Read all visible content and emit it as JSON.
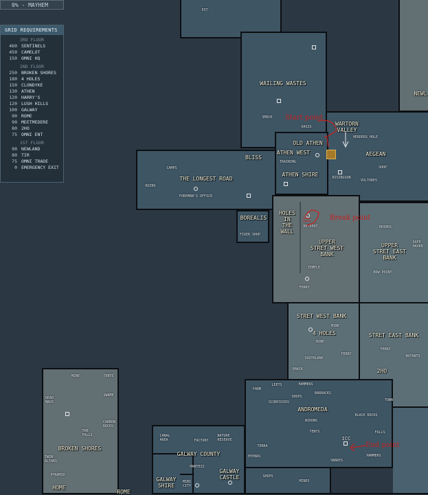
{
  "top_bar": {
    "text": "0% - MAYHEM"
  },
  "grid_requirements": {
    "title": "GRID REQUIREMENTS",
    "sections": [
      {
        "label": "3RD FLOOR",
        "items": [
          {
            "value": "460",
            "name": "SENTINELS"
          },
          {
            "value": "450",
            "name": "CAMELOT"
          },
          {
            "value": "150",
            "name": "OMNI HQ"
          }
        ]
      },
      {
        "label": "2ND FLOOR",
        "items": [
          {
            "value": "250",
            "name": "BROKEN SHORES"
          },
          {
            "value": "180",
            "name": "4 HOLES"
          },
          {
            "value": "150",
            "name": "CLONDYKE"
          },
          {
            "value": "130",
            "name": "ATHEN"
          },
          {
            "value": "120",
            "name": "HARRY'S"
          },
          {
            "value": "120",
            "name": "LUSH HILLS"
          },
          {
            "value": "100",
            "name": "GALWAY"
          },
          {
            "value": "90",
            "name": "ROME"
          },
          {
            "value": "90",
            "name": "MEETMEDERE"
          },
          {
            "value": "80",
            "name": "2HO"
          },
          {
            "value": "75",
            "name": "OMNI ENT"
          }
        ]
      },
      {
        "label": "1ST FLOOR",
        "items": [
          {
            "value": "90",
            "name": "NEWLAND"
          },
          {
            "value": "80",
            "name": "TIR"
          },
          {
            "value": "75",
            "name": "OMNI TRADE"
          },
          {
            "value": "0",
            "name": "EMERGENCY EXIT"
          }
        ]
      }
    ]
  },
  "zones": {
    "pit": "PIT",
    "wailing_wastes": "WAILING WASTES",
    "smock": "SMOCK",
    "newl": "NEWL",
    "wartorn_valley": "WARTORN\nVALLEY",
    "old_athen": "OLD ATHEN",
    "athen_west": "ATHEN WEST",
    "aegean": "AEGEAN",
    "oasis": "OASIS",
    "herders_hole": "HERDERS HOLE",
    "training": "TRAINING",
    "risingsun": "RISINGSUN",
    "vultures": "VULTURES",
    "shop": "SHOP",
    "athen_shire": "ATHEN SHIRE",
    "bliss": "BLISS",
    "the_longest_road": "THE LONGEST ROAD",
    "camps": "CAMPS",
    "ruins": "RUINS",
    "foremans_office": "FOREMAN'S OFFICE",
    "borealis": "BOREALIS",
    "fixer_shop": "FIXER SHOP",
    "holes_in_the_wall": "HOLES\nIN\nTHE\nWALL",
    "retreat": "RETREAT",
    "upper_stret_west_bank": "UPPER\nSTRET WEST\nBANK",
    "upper_stret_east_bank": "UPPER\nSTRET EAST\nBANK",
    "rhinos": "RHINOS",
    "safe_haven": "SAFE\nHAVEN",
    "temple": "TEMPLE",
    "bow_point": "BOW POINT",
    "ferry": "FERRY",
    "stret_west_bank": "STRET WEST BANK",
    "four_holes": "4 HOLES",
    "mine": "MINE",
    "nine": "NINE",
    "ferry2": "FERRY",
    "southlane": "SOUTHLANE",
    "smack": "SMACK",
    "stret_east_bank": "STRET EAST BANK",
    "ferry3": "FERRY",
    "nutants": "NUTANTS",
    "two_ho": "2HO",
    "town": "TOWN",
    "broken_shores": "BROKEN SHORES",
    "mine2": "MINE",
    "tents": "TENTS",
    "dead_mace": "DEAD\nMACE",
    "swamp": "SWAMP",
    "the_falls": "THE\nFALLS",
    "carbon_rocks": "CARBON\nROCKS",
    "twin_altars": "TWIN\nALTARS",
    "pyramid": "PYRAMID",
    "home": "HOME",
    "andromeda": "ANDROMEDA",
    "leets": "LEETS",
    "hammers": "HAMMERS",
    "farm": "FARM",
    "shops": "SHOPS",
    "barracks": "BARRACKS",
    "scorpioids": "SCORPIOIDS",
    "widows": "WIDOWS",
    "black_rocks": "BLACK ROCKS",
    "tents2": "TENTS",
    "falls": "FALLS",
    "terra": "TERRA",
    "icc": "ICC",
    "hammers2": "HAMMERS",
    "snakes": "SNAKES",
    "galway_county": "GALWAY COUNTY",
    "canal_area": "CANAL\nAREA",
    "factory": "FACTORY",
    "nature_reserve": "NATURE\nRESERVE",
    "mantezz": "MANTEZZ",
    "galway_castle": "GALWAY\nCASTLE",
    "galway_shire": "GALWAY\nSHIRE",
    "rome": "ROME",
    "hyenas": "HYENAS",
    "mini_city": "MINI\nCITY",
    "shops2": "SHOPS",
    "mines": "MINES"
  },
  "annotations": {
    "start_point": "Start point",
    "break_point": "Break point",
    "end_point": "End point"
  },
  "colors": {
    "annotation": "#c8201e",
    "label": "#f1efd9"
  }
}
